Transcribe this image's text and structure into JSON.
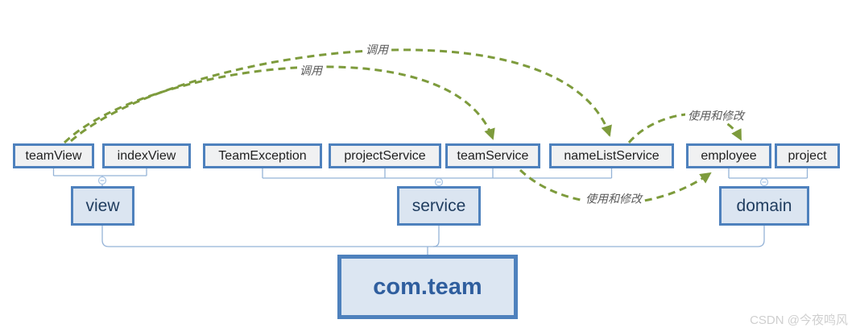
{
  "diagram": {
    "root": {
      "label": "com.team"
    },
    "packages": [
      {
        "id": "view",
        "label": "view"
      },
      {
        "id": "service",
        "label": "service"
      },
      {
        "id": "domain",
        "label": "domain"
      }
    ],
    "classes": [
      {
        "label": "teamView",
        "package": "view"
      },
      {
        "label": "indexView",
        "package": "view"
      },
      {
        "label": "TeamException",
        "package": "service"
      },
      {
        "label": "projectService",
        "package": "service"
      },
      {
        "label": "teamService",
        "package": "service"
      },
      {
        "label": "nameListService",
        "package": "service"
      },
      {
        "label": "employee",
        "package": "domain"
      },
      {
        "label": "project",
        "package": "domain"
      }
    ],
    "relations": [
      {
        "from": "teamView",
        "to": "teamService",
        "label": "调用"
      },
      {
        "from": "teamView",
        "to": "nameListService",
        "label": "调用"
      },
      {
        "from": "nameListService",
        "to": "employee",
        "label": "使用和修改"
      },
      {
        "from": "teamService",
        "to": "employee",
        "label": "使用和修改"
      }
    ],
    "colors": {
      "node_border": "#4e81bd",
      "class_fill": "#f0f1f2",
      "package_fill": "#dbe5f1",
      "root_fill": "#dce6f2",
      "connector_line": "#95b3d7",
      "relation_arc": "#7d9b3c",
      "relation_label_text": "#595959",
      "root_text": "#2f5e9e",
      "package_text": "#1f3c5f"
    }
  },
  "watermark": {
    "text": "CSDN @今夜鸣风"
  }
}
